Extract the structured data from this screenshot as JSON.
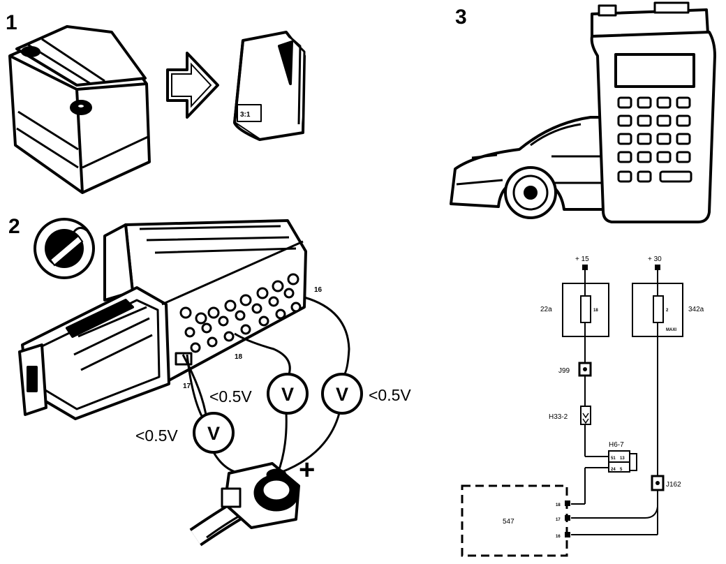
{
  "steps": {
    "one": "1",
    "two": "2",
    "three": "3"
  },
  "booklet": {
    "label": "3:1"
  },
  "connector_test": {
    "pin_16": "16",
    "pin_18": "18",
    "pin_17": "17",
    "reading_left": "<0.5V",
    "reading_mid": "<0.5V",
    "reading_right": "<0.5V",
    "meter_symbol": "V",
    "battery_positive": "+"
  },
  "wiring": {
    "supply_15": "+ 15",
    "supply_30": "+ 30",
    "fusebox_left": "22a",
    "fusebox_right": "342a",
    "fuse_left": "18",
    "fuse_right": "2",
    "fuse_right_sub": "MAXI",
    "splice_j99": "J99",
    "connector_h33": "H33-2",
    "connector_h6": "H6-7",
    "h6_pin_a": "51",
    "h6_pin_b": "13",
    "h6_pin_c": "24",
    "h6_pin_d": "5",
    "splice_j162": "J162",
    "ecu_label": "547",
    "ecu_pin_18": "18",
    "ecu_pin_17": "17",
    "ecu_pin_16": "16"
  },
  "icons": {
    "battery": "battery-icon",
    "arrow": "right-arrow-icon",
    "manual": "manual-booklet-icon",
    "ignition": "ignition-key-icon",
    "scanner": "diagnostic-tester-icon",
    "car": "car-icon"
  }
}
